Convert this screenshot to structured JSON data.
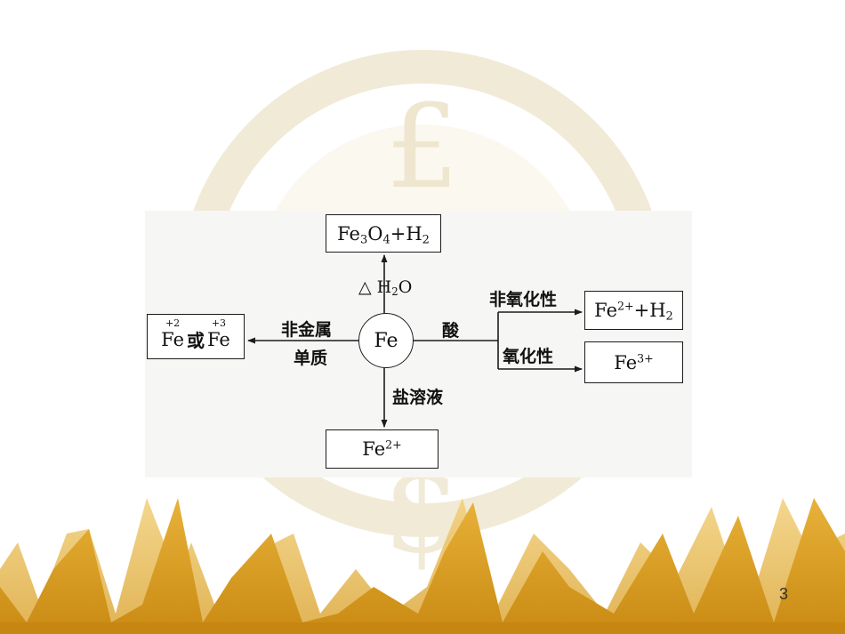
{
  "slide": {
    "page_number": "3",
    "accent_color": "#d9a520"
  },
  "diagram": {
    "center": "Fe",
    "top_box": {
      "p1": "Fe",
      "s1": "3",
      "p2": "O",
      "s2": "4",
      "p3": "+H",
      "s3": "2"
    },
    "top_label": {
      "delta": "△",
      "water_h": "H",
      "water_sub": "2",
      "water_o": "O"
    },
    "left_box": {
      "fe_a": "Fe",
      "ox_a": "+2",
      "connector": "或",
      "fe_b": "Fe",
      "ox_b": "+3"
    },
    "left_label": {
      "line1": "非金属",
      "line2": "单质"
    },
    "bottom_label": "盐溶液",
    "bottom_box": {
      "fe": "Fe",
      "charge": "2+"
    },
    "right_label": "酸",
    "right_upper_label": "非氧化性",
    "right_upper_box": {
      "fe": "Fe",
      "charge": "2+",
      "rest": "+H",
      "sub": "2"
    },
    "right_lower_label": "氧化性",
    "right_lower_box": {
      "fe": "Fe",
      "charge": "3+"
    }
  }
}
